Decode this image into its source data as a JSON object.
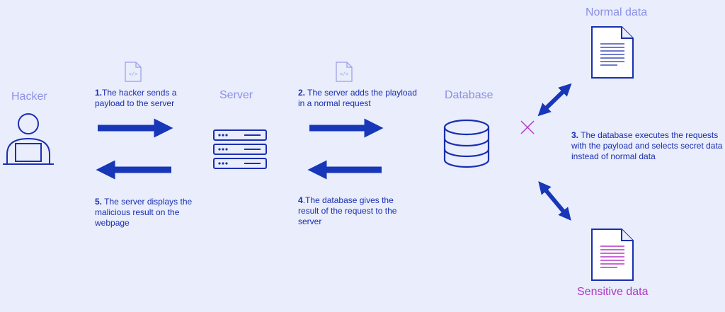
{
  "nodes": {
    "hacker": "Hacker",
    "server": "Server",
    "database": "Database",
    "normal_data": "Normal data",
    "sensitive_data": "Sensitive data"
  },
  "steps": [
    {
      "num": "1.",
      "text": "The hacker sends a payload to the server"
    },
    {
      "num": "2.",
      "text": " The server adds the playload in a normal request"
    },
    {
      "num": "3.",
      "text": " The database executes the requests with the payload and selects secret data instead of normal data"
    },
    {
      "num": "4",
      "text": ".The database gives the result of the request to the server"
    },
    {
      "num": "5.",
      "text": " The server displays the malicious result on the webpage"
    }
  ],
  "icons": {
    "payload_1": "code-file-icon",
    "payload_2": "code-file-icon",
    "hacker": "hacker-laptop-icon",
    "server": "server-rack-icon",
    "database": "database-icon",
    "normal_doc": "document-icon",
    "sensitive_doc": "document-icon",
    "blocked": "cross-icon"
  },
  "colors": {
    "background": "#e9edfc",
    "arrow": "#1836b8",
    "label": "#8c8fe6",
    "sensitive": "#b238c2",
    "icon_stroke": "#1a2fb0"
  }
}
